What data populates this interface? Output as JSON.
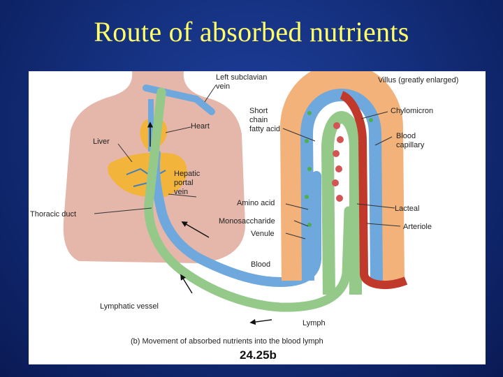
{
  "slide": {
    "title": "Route of absorbed nutrients"
  },
  "figure": {
    "labels": {
      "left_subclavian_vein": [
        "Left subclavian",
        "vein"
      ],
      "heart": "Heart",
      "liver": "Liver",
      "hepatic_portal_vein": [
        "Hepatic",
        "portal",
        "vein"
      ],
      "thoracic_duct": "Thoracic duct",
      "short_chain_fatty_acid": [
        "Short",
        "chain",
        "fatty acid"
      ],
      "amino_acid": "Amino acid",
      "monosaccharide": "Monosaccharide",
      "venule": "Venule",
      "blood": "Blood",
      "lymphatic_vessel": "Lymphatic vessel",
      "lymph": "Lymph",
      "villus": "Villus (greatly enlarged)",
      "chylomicron": "Chylomicron",
      "blood_capillary": [
        "Blood",
        "capillary"
      ],
      "lacteal": "Lacteal",
      "arteriole": "Arteriole"
    },
    "caption": "(b) Movement of absorbed nutrients into the blood lymph",
    "figure_number": "24.25b"
  },
  "colors": {
    "title": "#ffff66",
    "skin": "#e4b7aa",
    "liver": "#f2b43a",
    "vein_blue": "#6fa8dc",
    "lymph_green": "#94c98a",
    "artery_red": "#c0392b",
    "villus_tissue": "#f2b27a"
  }
}
